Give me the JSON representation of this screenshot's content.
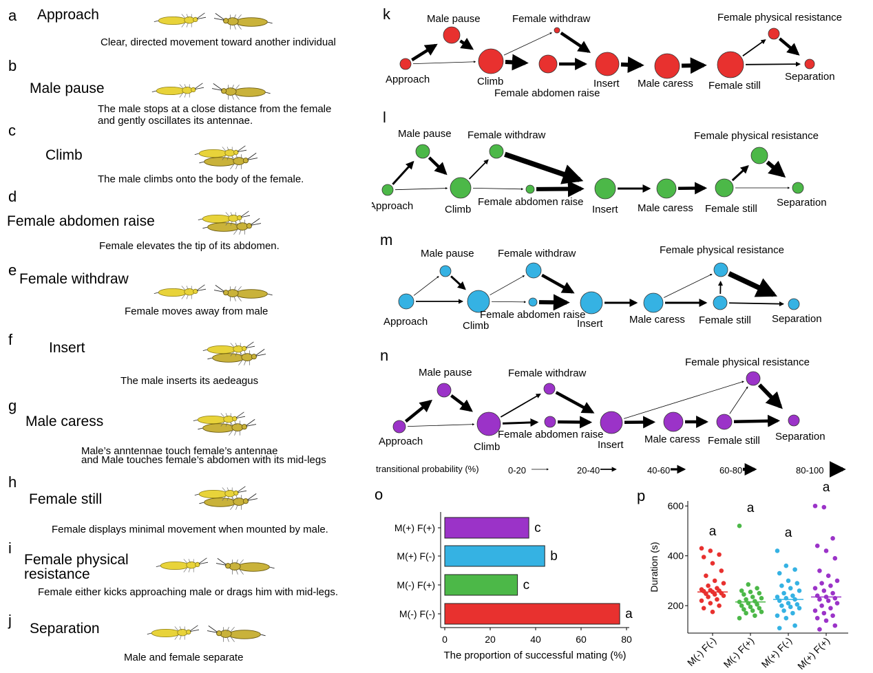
{
  "left": {
    "items": [
      {
        "letter": "a",
        "title": "Approach",
        "desc": "Clear, directed movement toward another individual"
      },
      {
        "letter": "b",
        "title": "Male pause",
        "desc": "The male stops at a close distance from the female",
        "desc2": "and gently oscillates its antennae."
      },
      {
        "letter": "c",
        "title": "Climb",
        "desc": "The male climbs onto the body of the female."
      },
      {
        "letter": "d",
        "title": "Female abdomen raise",
        "desc": "Female elevates the tip of its abdomen."
      },
      {
        "letter": "e",
        "title": "Female withdraw",
        "desc": "Female moves away from male"
      },
      {
        "letter": "f",
        "title": "Insert",
        "desc": "The male inserts its aedeagus"
      },
      {
        "letter": "g",
        "title": "Male caress",
        "desc": "Male’s anntennae touch female’s antennae",
        "desc2": "and Male touches female’s abdomen with its mid-legs"
      },
      {
        "letter": "h",
        "title": "Female still",
        "desc": "Female displays minimal movement when mounted by male."
      },
      {
        "letter": "i",
        "title": "Female physical",
        "title2": "resistance",
        "desc": "Female either kicks approaching male or drags him with mid-legs."
      },
      {
        "letter": "j",
        "title": "Separation",
        "desc": "Male and female separate"
      }
    ]
  },
  "networks": [
    {
      "letter": "k",
      "color": "#e8312f",
      "labels": {
        "approach": "Approach",
        "pause": "Male pause",
        "climb": "Climb",
        "withdraw": "Female withdraw",
        "abdomen": "Female abdomen raise",
        "insert": "Insert",
        "caress": "Male caress",
        "still": "Female still",
        "resist": "Female physical resistance",
        "sep": "Separation"
      }
    },
    {
      "letter": "l",
      "color": "#4cb848",
      "labels": {
        "approach": "Approach",
        "pause": "Male pause",
        "climb": "Climb",
        "withdraw": "Female withdraw",
        "abdomen": "Female abdomen raise",
        "insert": "Insert",
        "caress": "Male caress",
        "still": "Female still",
        "resist": "Female physical resistance",
        "sep": "Separation"
      }
    },
    {
      "letter": "m",
      "color": "#35b2e3",
      "labels": {
        "approach": "Approach",
        "pause": "Male pause",
        "climb": "Climb",
        "withdraw": "Female withdraw",
        "abdomen": "Female abdomen raise",
        "insert": "Insert",
        "caress": "Male caress",
        "still": "Female still",
        "resist": "Female physical resistance",
        "sep": "Separation"
      }
    },
    {
      "letter": "n",
      "color": "#9b33c8",
      "labels": {
        "approach": "Approach",
        "pause": "Male pause",
        "climb": "Climb",
        "withdraw": "Female withdraw",
        "abdomen": "Female abdomen raise",
        "insert": "Insert",
        "caress": "Male caress",
        "still": "Female still",
        "resist": "Female physical resistance",
        "sep": "Separation"
      }
    }
  ],
  "legend": {
    "title": "transitional probability (%)",
    "bins": [
      "0-20",
      "20-40",
      "40-60",
      "60-80",
      "80-100"
    ]
  },
  "chart_data": [
    {
      "panel": "o",
      "type": "bar",
      "orientation": "horizontal",
      "categories": [
        "M(+) F(+)",
        "M(+) F(-)",
        "M(-) F(+)",
        "M(-) F(-)"
      ],
      "values": [
        37,
        44,
        32,
        77
      ],
      "letters": [
        "c",
        "b",
        "c",
        "a"
      ],
      "colors": [
        "#9b33c8",
        "#35b2e3",
        "#4cb848",
        "#e8312f"
      ],
      "xlabel": "The proportion of successful mating (%)",
      "xlim": [
        0,
        80
      ],
      "xticks": [
        0,
        20,
        40,
        60,
        80
      ]
    },
    {
      "panel": "p",
      "type": "scatter",
      "categories": [
        "M(-) F(-)",
        "M(-) F(+)",
        "M(+) F(-)",
        "M(+) F(+)"
      ],
      "colors": [
        "#e8312f",
        "#4cb848",
        "#35b2e3",
        "#9b33c8"
      ],
      "letters": [
        "a",
        "a",
        "a",
        "a"
      ],
      "ylabel": "Duration (s)",
      "ylim": [
        90,
        620
      ],
      "yticks": [
        200,
        400,
        600
      ],
      "medians": [
        255,
        215,
        225,
        235
      ],
      "series": [
        {
          "values": [
            430,
            420,
            405,
            395,
            370,
            340,
            320,
            300,
            290,
            280,
            270,
            265,
            262,
            260,
            258,
            255,
            250,
            248,
            245,
            240,
            235,
            225,
            220,
            210,
            200,
            190,
            175
          ]
        },
        {
          "values": [
            520,
            285,
            270,
            260,
            255,
            250,
            245,
            235,
            230,
            225,
            218,
            215,
            210,
            205,
            200,
            195,
            190,
            185,
            180,
            175,
            170,
            160,
            150
          ]
        },
        {
          "values": [
            420,
            360,
            345,
            330,
            300,
            290,
            280,
            270,
            260,
            250,
            240,
            235,
            230,
            225,
            220,
            210,
            205,
            200,
            195,
            190,
            180,
            170,
            160,
            150,
            120,
            110
          ]
        },
        {
          "values": [
            600,
            595,
            470,
            440,
            420,
            390,
            340,
            320,
            300,
            290,
            280,
            270,
            260,
            250,
            240,
            235,
            230,
            225,
            220,
            210,
            200,
            190,
            180,
            170,
            160,
            150,
            140,
            120,
            105
          ]
        }
      ]
    }
  ]
}
